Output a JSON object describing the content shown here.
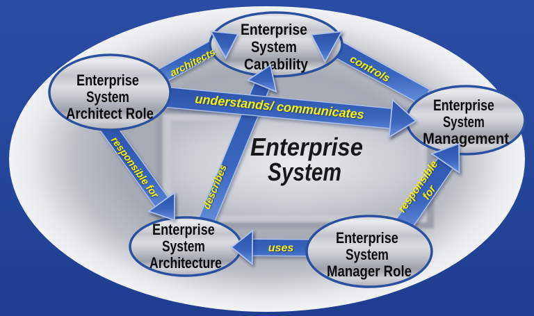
{
  "diagram": {
    "title": {
      "lines": [
        "Enterprise",
        "System"
      ]
    },
    "nodes": {
      "capability": {
        "lines": [
          "Enterprise",
          "System",
          "Capability"
        ]
      },
      "architect_role": {
        "lines": [
          "Enterprise",
          "System",
          "Architect Role"
        ]
      },
      "management": {
        "lines": [
          "Enterprise",
          "System",
          "Management"
        ]
      },
      "architecture": {
        "lines": [
          "Enterprise",
          "System",
          "Architecture"
        ]
      },
      "manager_role": {
        "lines": [
          "Enterprise",
          "System",
          "Manager Role"
        ]
      }
    },
    "edges": {
      "architects": {
        "label": "architects",
        "from": "architect_role",
        "to": "capability"
      },
      "controls": {
        "label": "controls",
        "from": "management",
        "to": "capability"
      },
      "understands_communicates": {
        "label": "understands/ communicates",
        "from": "architect_role",
        "to": "management"
      },
      "responsible_for_left": {
        "label": "responsible for",
        "from": "architect_role",
        "to": "architecture"
      },
      "describes": {
        "label": "describes",
        "from": "architecture",
        "to": "capability"
      },
      "uses": {
        "label": "uses",
        "from": "manager_role",
        "to": "architecture"
      },
      "responsible_for_right": {
        "label": "responsible for",
        "lines": [
          "responsible",
          "for"
        ],
        "from": "manager_role",
        "to": "management"
      }
    },
    "colors": {
      "background_blue": "#24469B",
      "arrow_blue": "#3560B6",
      "arrow_edge_light": "#AEC2EC",
      "node_border_blue": "#2A519F",
      "label_yellow": "#FCF406",
      "silver_light": "#EFF0F3",
      "silver_dark": "#9CA1AA",
      "node_text_black": "#0B0B0D"
    }
  }
}
